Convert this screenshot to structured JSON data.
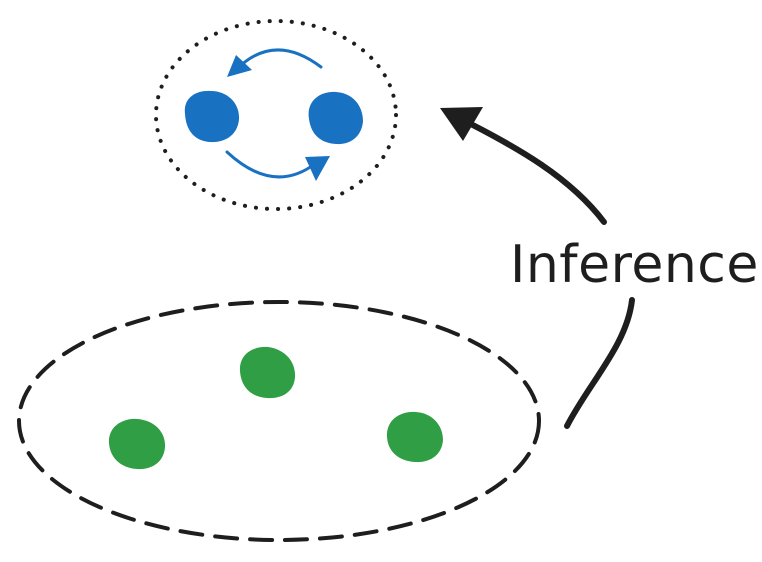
{
  "diagram": {
    "label": "Inference",
    "colors": {
      "ink": "#1e1e1e",
      "blue": "#1971c2",
      "green": "#2f9e44",
      "background": "#ffffff"
    },
    "groups": [
      {
        "name": "top-group",
        "border": "dotted",
        "node_color": "blue",
        "node_count": 2
      },
      {
        "name": "bottom-group",
        "border": "dashed",
        "node_color": "green",
        "node_count": 3
      }
    ]
  }
}
